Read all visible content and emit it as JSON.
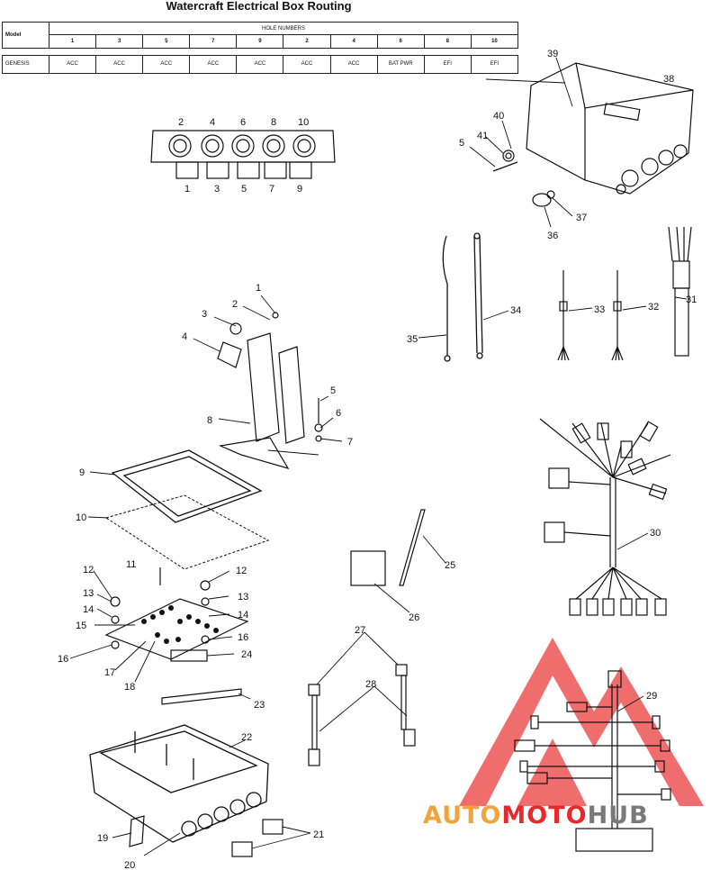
{
  "title": "Watercraft Electrical Box Routing",
  "table": {
    "model_header": "Model",
    "group_header": "HOLE NUMBERS",
    "holes": [
      "1",
      "3",
      "5",
      "7",
      "9",
      "2",
      "4",
      "6",
      "8",
      "10"
    ],
    "model": "GENESIS",
    "values": [
      "ACC",
      "ACC",
      "ACC",
      "ACC",
      "ACC",
      "ACC",
      "ACC",
      "BAT PWR",
      "EFI",
      "EFI"
    ]
  },
  "hole_labels": {
    "top": [
      "2",
      "4",
      "6",
      "8",
      "10"
    ],
    "bottom": [
      "1",
      "3",
      "5",
      "7",
      "9"
    ]
  },
  "callouts": [
    "1",
    "2",
    "3",
    "4",
    "5",
    "6",
    "7",
    "8",
    "9",
    "10",
    "11",
    "12",
    "12",
    "13",
    "13",
    "14",
    "14",
    "15",
    "16",
    "16",
    "17",
    "18",
    "19",
    "20",
    "21",
    "22",
    "23",
    "24",
    "25",
    "26",
    "27",
    "28",
    "29",
    "30",
    "31",
    "32",
    "33",
    "34",
    "35",
    "36",
    "37",
    "38",
    "39",
    "40",
    "41",
    "5"
  ],
  "watermark": {
    "auto": "AUTO",
    "moto": "MOTO",
    "hub": "HUB",
    "colors": {
      "red": "#e8292b",
      "orange": "#f2a43a",
      "gray": "#7a7a7a"
    }
  }
}
